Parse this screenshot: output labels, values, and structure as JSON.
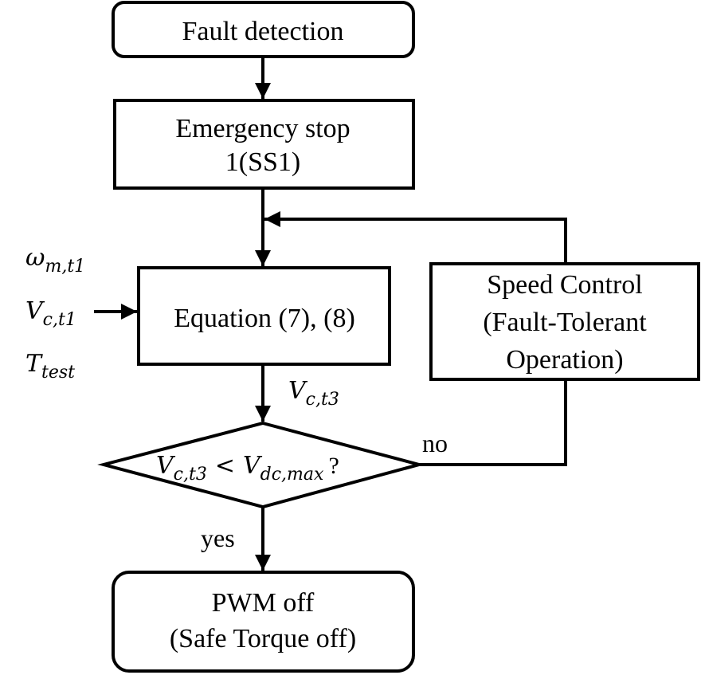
{
  "diagram": {
    "type": "flowchart",
    "nodes": {
      "fault_detection": {
        "label": "Fault detection",
        "shape": "rounded-rect"
      },
      "emergency_stop": {
        "line1": "Emergency stop",
        "line2": "1(SS1)",
        "shape": "rect"
      },
      "equation": {
        "label": "Equation (7), (8)",
        "shape": "rect"
      },
      "speed_control": {
        "line1": "Speed Control",
        "line2": "(Fault-Tolerant",
        "line3": "Operation)",
        "shape": "rect"
      },
      "decision": {
        "shape": "diamond",
        "lhs": {
          "main": "V",
          "sub": "c,t3"
        },
        "operator": "<",
        "rhs": {
          "main": "V",
          "sub": "dc,max"
        },
        "suffix": "?"
      },
      "pwm_off": {
        "line1": "PWM off",
        "line2": "(Safe Torque off)",
        "shape": "rounded-rect"
      }
    },
    "inputs": [
      {
        "main": "ω",
        "sub": "m,t1"
      },
      {
        "main": "V",
        "sub": "c,t1"
      },
      {
        "main": "T",
        "sub": "test"
      }
    ],
    "edge_labels": {
      "equation_output": {
        "main": "V",
        "sub": "c,t3"
      },
      "no": "no",
      "yes": "yes"
    },
    "edges": [
      {
        "from": "fault_detection",
        "to": "emergency_stop"
      },
      {
        "from": "emergency_stop",
        "to": "equation"
      },
      {
        "from": "inputs",
        "to": "equation"
      },
      {
        "from": "equation",
        "to": "decision",
        "label": "V_c,t3"
      },
      {
        "from": "decision",
        "to": "speed_control",
        "label": "no"
      },
      {
        "from": "speed_control",
        "to": "equation",
        "via": "merge-above-equation"
      },
      {
        "from": "decision",
        "to": "pwm_off",
        "label": "yes"
      }
    ],
    "colors": {
      "stroke": "#000000",
      "fill": "#ffffff",
      "text": "#000000"
    }
  }
}
